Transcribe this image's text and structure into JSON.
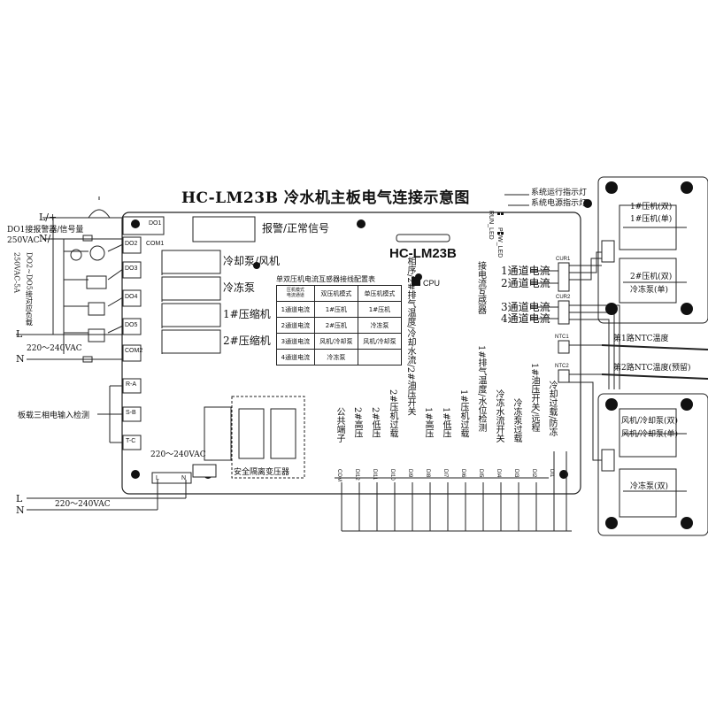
{
  "header": {
    "title": "HC-LM23B 冷水机主板电气连接示意图",
    "board_model": "HC-LM23B",
    "cpu_label": "CPU"
  },
  "power_in": {
    "l_plus": "L/+",
    "n_minus": "N/-",
    "vac": "250VAC",
    "alarm_note": "DO1接报警器/信号量",
    "rating": "250VAC-5A",
    "do_note": "DO2~DO5接对应负载",
    "l": "L",
    "n": "N",
    "v220_left": "220～240VAC"
  },
  "terminals": {
    "do1": "DO1",
    "do2": "DO2",
    "com1": "COM1",
    "do3": "DO3",
    "do4": "DO4",
    "do5": "DO5",
    "com2": "COM2",
    "ra": "R-A",
    "sb": "S-B",
    "tc": "T-C",
    "three_phase": "板载三相电输入检测",
    "v220_board": "220～240VAC",
    "l_in": "L",
    "n_in": "N",
    "transformer": "安全隔离变压器",
    "v220_bottom": "220～240VAC",
    "l_bot": "L",
    "n_bot": "N"
  },
  "relays": {
    "alarm": "报警/正常信号",
    "cool_pump_fan": "冷却泵/风机",
    "freeze_pump": "冷冻泵",
    "comp1": "1#压缩机",
    "comp2": "2#压缩机"
  },
  "config_table": {
    "caption": "单双压机电流互感器接线配置表",
    "corner_top": "压机模式",
    "corner_bottom": "电流通道",
    "col1": "双压机模式",
    "col2": "单压机模式",
    "rows": [
      {
        "ch": "1通道电流",
        "a": "1#压机",
        "b": "1#压机"
      },
      {
        "ch": "2通道电流",
        "a": "2#压机",
        "b": "冷冻泵"
      },
      {
        "ch": "3通道电流",
        "a": "风机/冷却泵",
        "b": "风机/冷却泵"
      },
      {
        "ch": "4通道电流",
        "a": "冷冻泵",
        "b": ""
      }
    ]
  },
  "current": {
    "sensor_label": "接电流互感器",
    "ch1": "1通道电流",
    "ch2": "2通道电流",
    "ch3": "3通道电流",
    "ch4": "4通道电流",
    "cur1": "CUR1",
    "cur2": "CUR2"
  },
  "leds": {
    "run_led": "RUN_LED",
    "pow_led": "POW_LED",
    "run_text": "系统运行指示灯",
    "pow_text": "系统电源指示灯"
  },
  "ntc": {
    "ntc1": "NTC1",
    "ntc2": "NTC2",
    "temp1": "第1路NTC温度",
    "temp2": "第2路NTC温度(预留)"
  },
  "inputs": [
    {
      "pin": "COM",
      "label": "公共端子"
    },
    {
      "pin": "DI12",
      "label": "2#高压"
    },
    {
      "pin": "DI11",
      "label": "2#低压"
    },
    {
      "pin": "DI10",
      "label": "2#压机过载"
    },
    {
      "pin": "DI9",
      "label": "相序/2#排气温度/冷却水流/2#油压开关"
    },
    {
      "pin": "DI8",
      "label": "1#高压"
    },
    {
      "pin": "DI7",
      "label": "1#低压"
    },
    {
      "pin": "DI6",
      "label": "1#压机过载"
    },
    {
      "pin": "DI5",
      "label": "1#排气温度/水位检测"
    },
    {
      "pin": "DI4",
      "label": "冷冻水流开关"
    },
    {
      "pin": "DI3",
      "label": "冷冻泵过载"
    },
    {
      "pin": "DI2",
      "label": "1#油压开关/远程"
    },
    {
      "pin": "DI1",
      "label": "冷却过载/防冻"
    }
  ],
  "ct_boxes": {
    "top_a": "1#压机(双)",
    "top_b": "1#压机(单)",
    "top_c": "2#压机(双)",
    "top_d": "冷冻泵(单)",
    "bot_a": "风机/冷却泵(双)",
    "bot_b": "风机/冷却泵(单)",
    "bot_c": "冷冻泵(双)"
  }
}
